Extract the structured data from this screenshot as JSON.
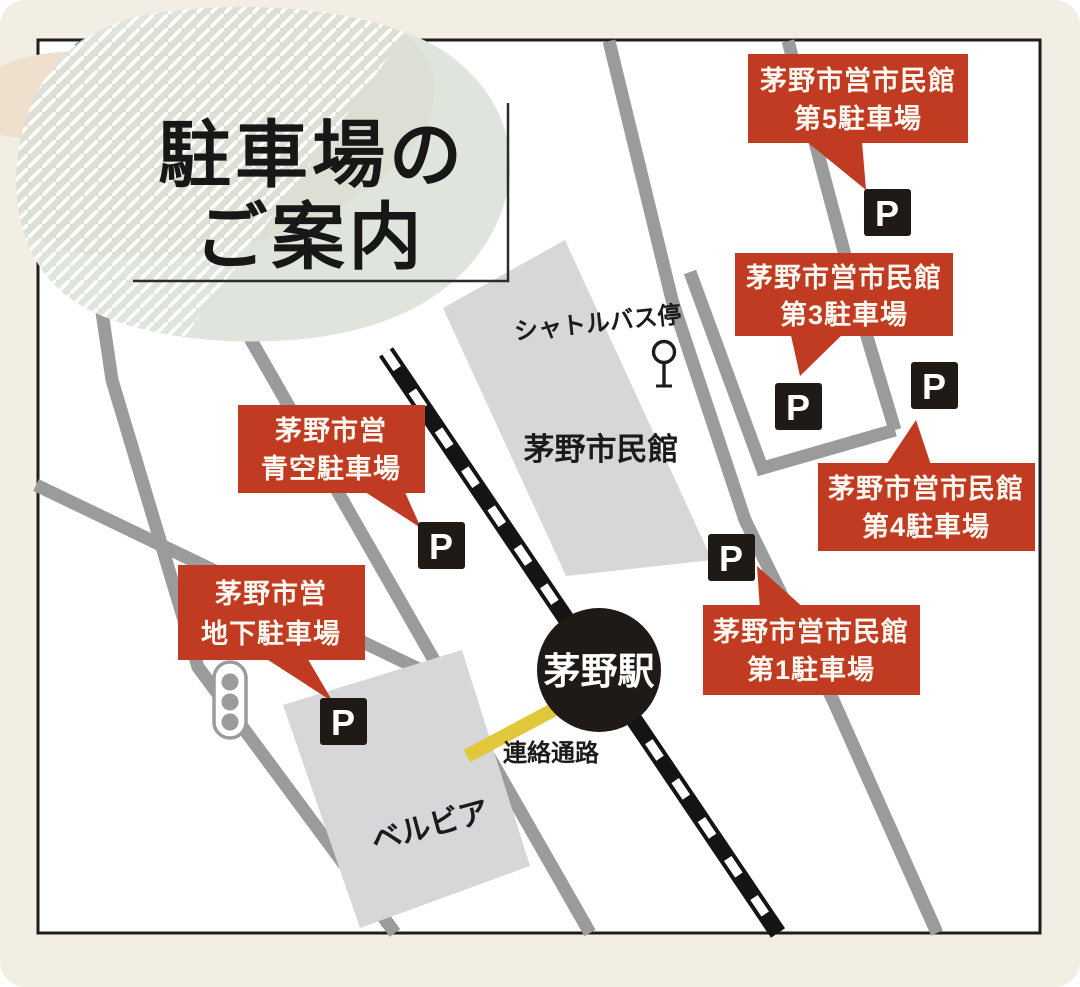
{
  "title": {
    "line1": "駐車場の",
    "line2": "ご案内"
  },
  "map": {
    "station": "茅野駅",
    "civic_hall": "茅野市民館",
    "belvia": "ベルビア",
    "shuttle_bus_stop": "シャトルバス停",
    "passage": "連絡通路",
    "parking_symbol": "P",
    "labels": {
      "p5": {
        "line1": "茅野市営市民館",
        "line2": "第5駐車場"
      },
      "p3": {
        "line1": "茅野市営市民館",
        "line2": "第3駐車場"
      },
      "p4": {
        "line1": "茅野市営市民館",
        "line2": "第4駐車場"
      },
      "p1": {
        "line1": "茅野市営市民館",
        "line2": "第1駐車場"
      },
      "aozora": {
        "line1": "茅野市営",
        "line2": "青空駐車場"
      },
      "chika": {
        "line1": "茅野市営",
        "line2": "地下駐車場"
      }
    },
    "colors": {
      "label_red": "#c13a22",
      "road_gray": "#9b9b9b",
      "building_gray": "#d7d7d9",
      "railway_black": "#141414",
      "station_black": "#201a16",
      "parking_box_black": "#201a16",
      "passage_yellow": "#e0c83a",
      "title_blob_green": "#dfe5dc",
      "page_cream": "#f3eee4"
    }
  }
}
